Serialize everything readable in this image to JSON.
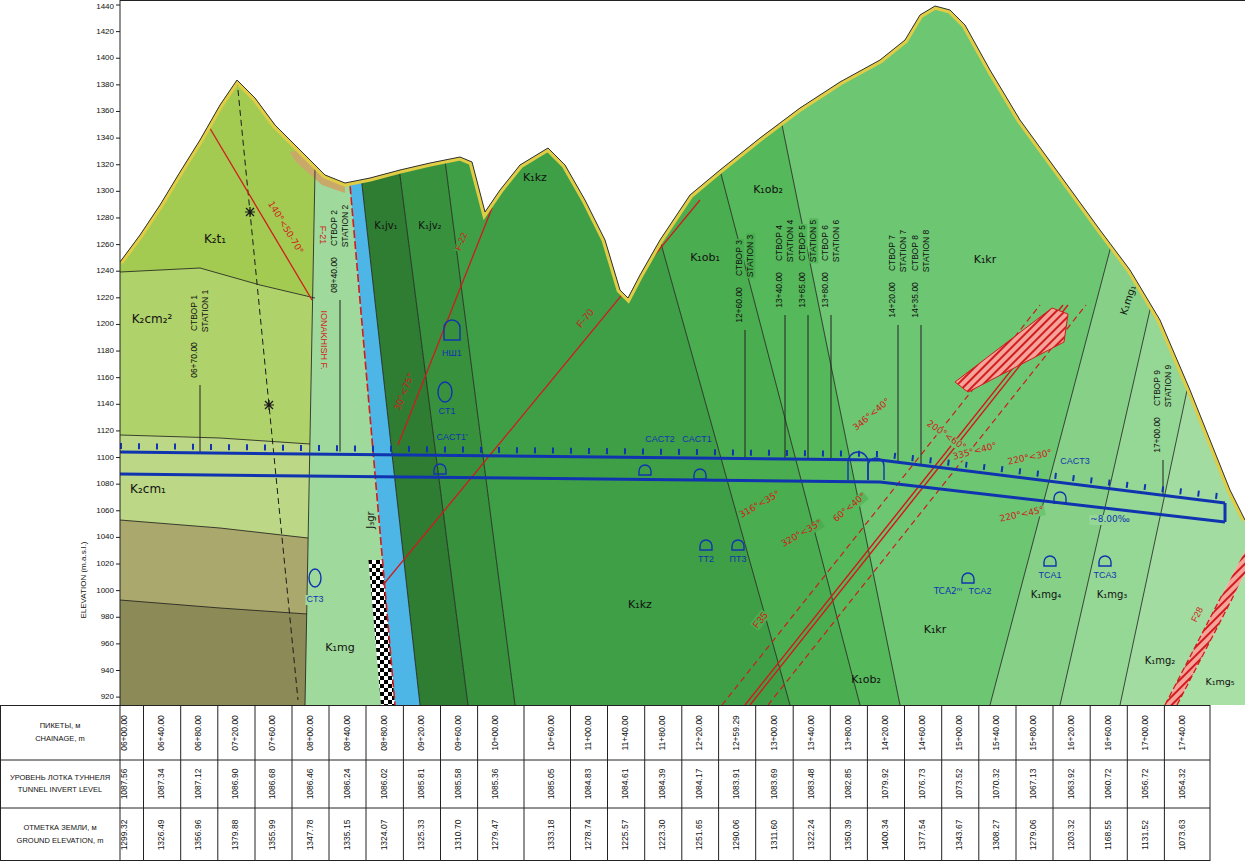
{
  "diagram": {
    "labels": [
      "1440",
      "1420",
      "1400",
      "1380",
      "1360",
      "1340",
      "1320",
      "1300",
      "1280",
      "1260",
      "1240",
      "1220",
      "1200",
      "1180",
      "1160",
      "1140",
      "1120",
      "1100",
      "1080",
      "1060",
      "1040",
      "1020",
      "1000",
      "980",
      "960",
      "940",
      "920",
      "ELEVATION (m.a.s.l.)",
      "K₂t₁",
      "K₂cm₂²",
      "K₂cm₁",
      "K₁mg",
      "J₃gr",
      "K₁jv₁",
      "K₁jv₂",
      "K₁kz",
      "K₁kz",
      "K₁ob₁",
      "K₁ob₂",
      "K₁ob₂",
      "K₁kr",
      "K₁kr",
      "K₁mg₁",
      "K₁mg₄",
      "K₁mg₃",
      "K₁mg₂",
      "K₁mg₅",
      "F-21",
      "IONAKHISH F.",
      "140°<50-70°",
      "F-22",
      "30°<75°",
      "F-70",
      "F35",
      "F28",
      "60°<40°",
      "316°<35°",
      "320°<35°",
      "346°<40°",
      "200°<60°",
      "335°<40°",
      "220°<30°",
      "220°<45°",
      "~8.00‰",
      "CT3",
      "CT1",
      "НШ1",
      "CACT1'",
      "CACT2",
      "CACT1",
      "CACT3",
      "TT2",
      "ПТ3",
      "TCA2ᵐ",
      "TCA2",
      "TCA1",
      "TCA3",
      "06+70.00",
      "СТВОР 1",
      "STATION 1",
      "08+40.00",
      "СТВОР 2",
      "STATION 2",
      "12+60.00",
      "СТВОР 3",
      "STATION 3",
      "13+40.00",
      "СТВОР 4",
      "STATION 4",
      "13+65.00",
      "СТВОР 5",
      "STATION 5",
      "13+80.00",
      "СТВОР 6",
      "STATION 6",
      "14+20.00",
      "СТВОР 7",
      "STATION 7",
      "14+35.00",
      "СТВОР 8",
      "STATION 8",
      "17+00.00",
      "СТВОР 9",
      "STATION 9",
      "ПИКЕТЫ, м",
      "CHAINAGE, m",
      "УРОВЕНЬ ЛОТКА ТУННЕЛЯ",
      "TUNNEL INVERT LEVEL",
      "ОТМЕТКА ЗЕМЛИ, м",
      "GROUND ELEVATION, m",
      "06+00.00",
      "06+40.00",
      "06+80.00",
      "07+20.00",
      "07+60.00",
      "08+00.00",
      "08+40.00",
      "08+80.00",
      "09+20.00",
      "09+60.00",
      "10+00.00",
      "10+60.00",
      "11+00.00",
      "11+40.00",
      "11+80.00",
      "12+20.00",
      "12+59.29",
      "13+00.00",
      "13+40.00",
      "13+80.00",
      "14+20.00",
      "14+60.00",
      "15+00.00",
      "15+40.00",
      "15+80.00",
      "16+20.00",
      "16+60.00",
      "17+00.00",
      "17+40.00",
      "1087.56",
      "1087.34",
      "1087.12",
      "1086.90",
      "1086.68",
      "1086.46",
      "1086.24",
      "1086.02",
      "1085.81",
      "1085.58",
      "1085.36",
      "1085.05",
      "1084.83",
      "1084.61",
      "1084.39",
      "1084.17",
      "1083.91",
      "1083.69",
      "1083.48",
      "1082.85",
      "1079.92",
      "1076.73",
      "1073.52",
      "1070.32",
      "1067.13",
      "1063.92",
      "1060.72",
      "1056.72",
      "1054.32",
      "1299.32",
      "1326.49",
      "1356.96",
      "1379.88",
      "1355.99",
      "1347.78",
      "1335.15",
      "1324.07",
      "1325.33",
      "1310.70",
      "1279.47",
      "1333.18",
      "1278.74",
      "1225.57",
      "1223.30",
      "1251.65",
      "1290.06",
      "1311.60",
      "1322.24",
      "1350.39",
      "1400.34",
      "1377.54",
      "1343.67",
      "1308.27",
      "1279.06",
      "1203.32",
      "1168.55",
      "1131.52",
      "1073.63"
    ]
  }
}
